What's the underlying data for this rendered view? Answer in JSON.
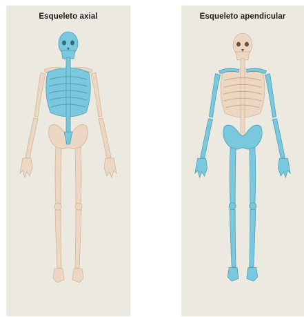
{
  "panels": {
    "axial": {
      "title": "Esqueleto axial"
    },
    "appendicular": {
      "title": "Esqueleto apendicular"
    }
  },
  "colors": {
    "background": "#ece9e0",
    "bone": "#ecd7c2",
    "highlight": "#79c8dd"
  },
  "icons": [
    "axial-skeleton-illustration",
    "appendicular-skeleton-illustration"
  ]
}
